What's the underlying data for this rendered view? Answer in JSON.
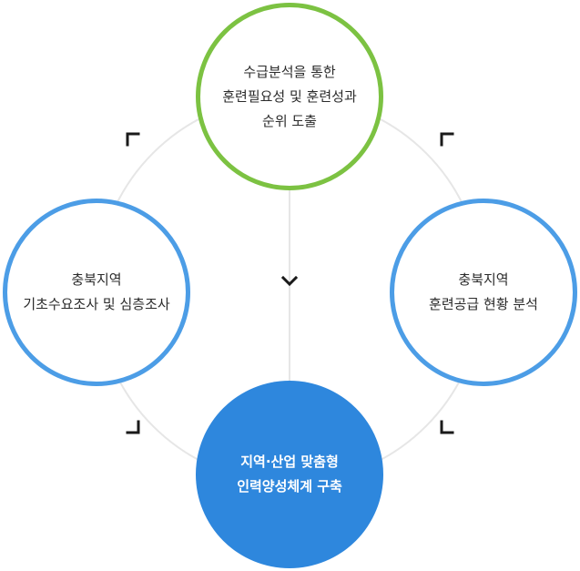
{
  "nodes": {
    "top": {
      "lines": [
        "수급분석을 통한",
        "훈련필요성 및 훈련성과",
        "순위 도출"
      ],
      "border_color": "#7cc242"
    },
    "left": {
      "lines": [
        "충북지역",
        "기초수요조사 및 심층조사"
      ],
      "border_color": "#4c9de6"
    },
    "right": {
      "lines": [
        "충북지역",
        "훈련공급 현황 분석"
      ],
      "border_color": "#4c9de6"
    },
    "bottom": {
      "lines": [
        "지역·산업 맞춤형",
        "인력양성체계 구축"
      ],
      "fill_color": "#2e87dd"
    }
  },
  "connector_color": "#e6e6e6",
  "arrow_color": "#1a1a1a"
}
